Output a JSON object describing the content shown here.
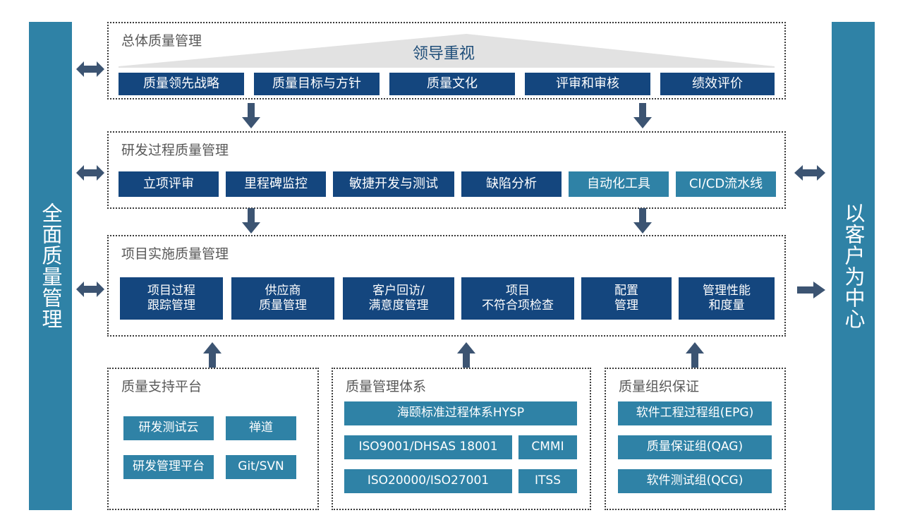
{
  "diagram": {
    "sidebar_left": {
      "label": "全面质量管理"
    },
    "sidebar_right": {
      "label": "以客户为中心"
    },
    "colors": {
      "navy": "#14467E",
      "teal": "#2F82A6",
      "arrow": "#3C5472",
      "banner": "#E2E2E2",
      "banner_text": "#1F4E79",
      "panel_border": "#3A3A3A",
      "panel_title": "#585858"
    },
    "banner": {
      "label": "领导重视"
    },
    "panels": {
      "overall": {
        "title": "总体质量管理",
        "items": [
          {
            "label": "质量领先战略",
            "color": "navy"
          },
          {
            "label": "质量目标与方针",
            "color": "navy"
          },
          {
            "label": "质量文化",
            "color": "navy"
          },
          {
            "label": "评审和审核",
            "color": "navy"
          },
          {
            "label": "绩效评价",
            "color": "navy"
          }
        ]
      },
      "rnd": {
        "title": "研发过程质量管理",
        "items": [
          {
            "label": "立项评审",
            "color": "navy"
          },
          {
            "label": "里程碑监控",
            "color": "navy"
          },
          {
            "label": "敏捷开发与测试",
            "color": "navy"
          },
          {
            "label": "缺陷分析",
            "color": "navy"
          },
          {
            "label": "自动化工具",
            "color": "teal"
          },
          {
            "label": "CI/CD流水线",
            "color": "teal"
          }
        ]
      },
      "project": {
        "title": "项目实施质量管理",
        "items": [
          {
            "label": "项目过程\n跟踪管理",
            "color": "navy"
          },
          {
            "label": "供应商\n质量管理",
            "color": "navy"
          },
          {
            "label": "客户回访/\n满意度管理",
            "color": "navy"
          },
          {
            "label": "项目\n不符合项检查",
            "color": "navy"
          },
          {
            "label": "配置\n管理",
            "color": "navy"
          },
          {
            "label": "管理性能\n和度量",
            "color": "navy"
          }
        ]
      },
      "support": {
        "title": "质量支持平台",
        "items": [
          {
            "label": "研发测试云",
            "color": "teal"
          },
          {
            "label": "禅道",
            "color": "teal"
          },
          {
            "label": "研发管理平台",
            "color": "teal"
          },
          {
            "label": "Git/SVN",
            "color": "teal"
          }
        ]
      },
      "system": {
        "title": "质量管理体系",
        "items": [
          {
            "label": "海颐标准过程体系HYSP",
            "color": "teal"
          },
          {
            "label": "ISO9001/DHSAS 18001",
            "color": "teal"
          },
          {
            "label": "CMMI",
            "color": "teal"
          },
          {
            "label": "ISO20000/ISO27001",
            "color": "teal"
          },
          {
            "label": "ITSS",
            "color": "teal"
          }
        ]
      },
      "org": {
        "title": "质量组织保证",
        "items": [
          {
            "label": "软件工程过程组(EPG)",
            "color": "teal"
          },
          {
            "label": "质量保证组(QAG)",
            "color": "teal"
          },
          {
            "label": "软件测试组(QCG)",
            "color": "teal"
          }
        ]
      }
    }
  }
}
